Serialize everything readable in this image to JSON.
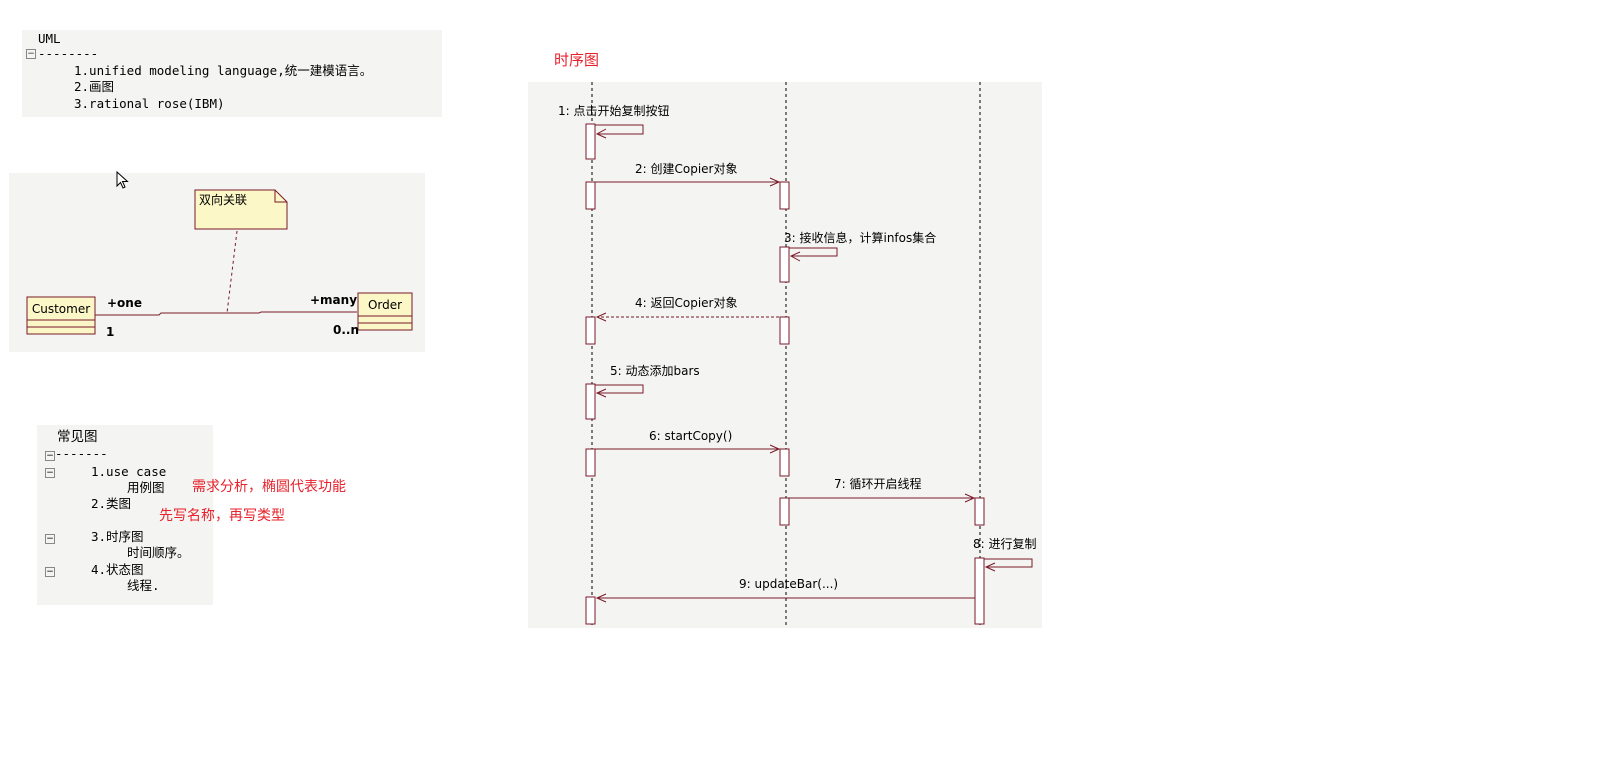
{
  "uml_notes": {
    "title": "UML",
    "separator": "--------",
    "items": [
      "1.unified modeling language,统一建模语言。",
      "2.画图",
      "3.rational rose(IBM)"
    ]
  },
  "class_diagram": {
    "note": "双向关联",
    "left_class": "Customer",
    "right_class": "Order",
    "left_role": "+one",
    "left_multiplicity": "1",
    "right_role": "+many",
    "right_multiplicity": "0..n"
  },
  "common_diagrams": {
    "title": "常见图",
    "separator": "-------",
    "lines": [
      "1.use case",
      "用例图",
      "2.类图",
      "3.时序图",
      "时间顺序。",
      "4.状态图",
      "线程."
    ],
    "annotation_usecase": "需求分析，椭圆代表功能",
    "annotation_class": "先写名称，再写类型"
  },
  "sequence_diagram": {
    "title": "时序图",
    "messages": [
      "1: 点击开始复制按钮",
      "2: 创建Copier对象",
      "3: 接收信息，计算infos集合",
      "4: 返回Copier对象",
      "5: 动态添加bars",
      "6: startCopy()",
      "7: 循环开启线程",
      "8: 进行复制",
      "9: updateBar(...)"
    ]
  },
  "colors": {
    "panel_bg": "#f4f4f2",
    "diagram_line": "#7a1a2a",
    "note_fill": "#fbf7c6",
    "red_text": "#e8212b"
  }
}
